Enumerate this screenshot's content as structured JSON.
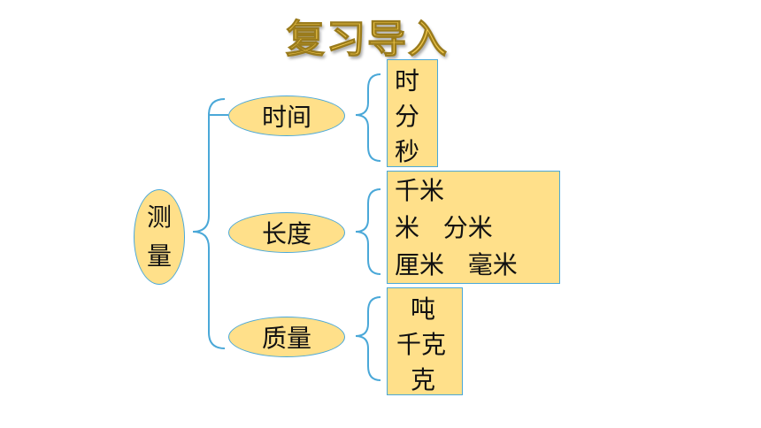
{
  "title": "复习导入",
  "root": {
    "chars": [
      "测",
      "量"
    ]
  },
  "branches": [
    {
      "label": "时间",
      "items": [
        "时",
        "分",
        "秒"
      ]
    },
    {
      "label": "长度",
      "items": [
        "千米",
        "米   分米",
        "厘米   毫米"
      ]
    },
    {
      "label": "质量",
      "items": [
        "吨",
        "千克",
        "克"
      ]
    }
  ],
  "colors": {
    "fill": "#ffe08a",
    "line": "#4aa8d8",
    "title": "#f2c94c"
  }
}
